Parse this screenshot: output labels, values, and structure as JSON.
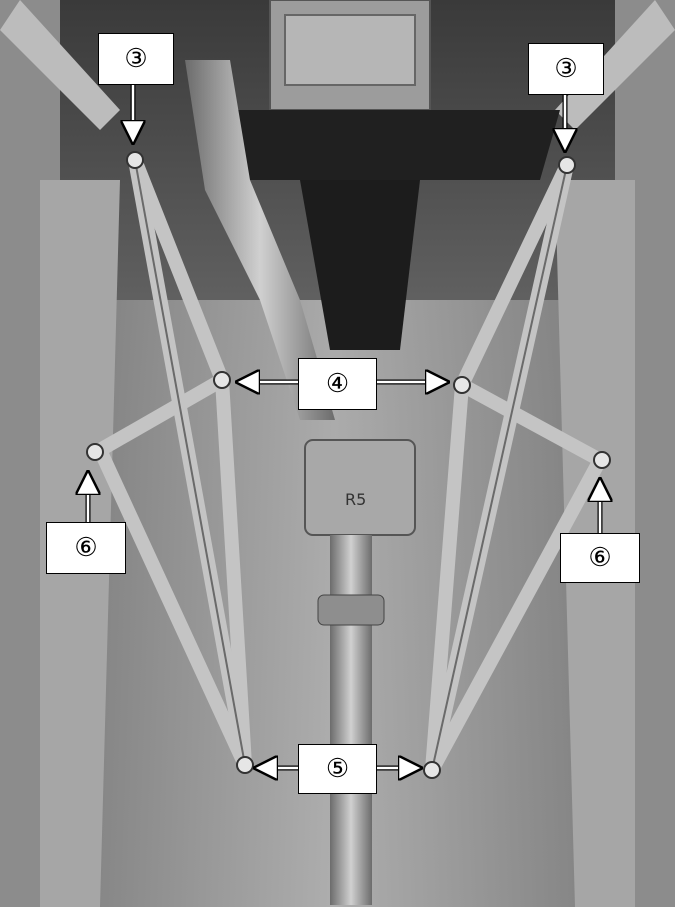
{
  "photo": {
    "subject": "vehicle-underbody-brace-installation",
    "colors": {
      "bg": "#2a2a2a",
      "metal": "#9a9a9a",
      "brace": "#b8b8b8",
      "frame": "#c8c8c8"
    },
    "stamp_text": "R5"
  },
  "callouts": {
    "top_left": "③",
    "top_right": "③",
    "mid_center": "④",
    "left_side": "⑥",
    "right_side": "⑥",
    "bottom_center": "⑤"
  }
}
